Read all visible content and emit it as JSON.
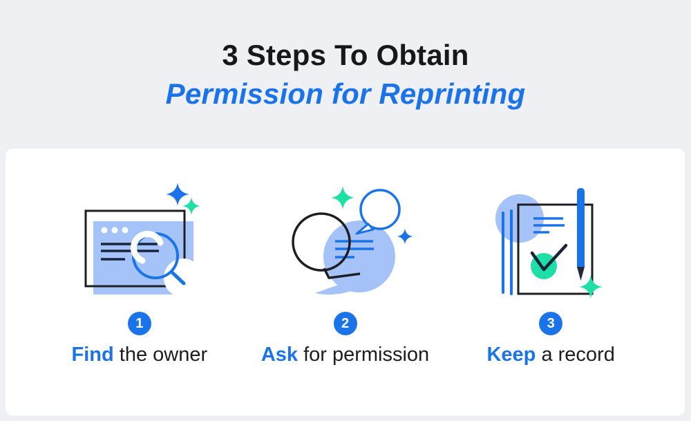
{
  "title": {
    "line1": "3 Steps To Obtain",
    "line2": "Permission for Reprinting"
  },
  "steps": [
    {
      "number": "1",
      "keyword": "Find",
      "rest": " the owner",
      "icon": "browser-search-magnifier-illustration"
    },
    {
      "number": "2",
      "keyword": "Ask",
      "rest": " for permission",
      "icon": "chat-bubbles-illustration"
    },
    {
      "number": "3",
      "keyword": "Keep",
      "rest": " a record",
      "icon": "document-pen-checkmark-illustration"
    }
  ],
  "icons": [
    "sparkle-blue-icon",
    "sparkle-green-icon",
    "magnifier-icon",
    "speech-bubble-icon",
    "pen-icon",
    "checkmark-icon"
  ],
  "colors": {
    "bg": "#eef0f3",
    "card": "#ffffff",
    "accent": "#1a73e8",
    "title-dark": "#17181c",
    "light-blue": "#a5c3f8",
    "teal": "#1edfa6",
    "dark-stroke": "#1c1e22",
    "navy": "#18243a",
    "text-dark": "#1b1d21"
  }
}
